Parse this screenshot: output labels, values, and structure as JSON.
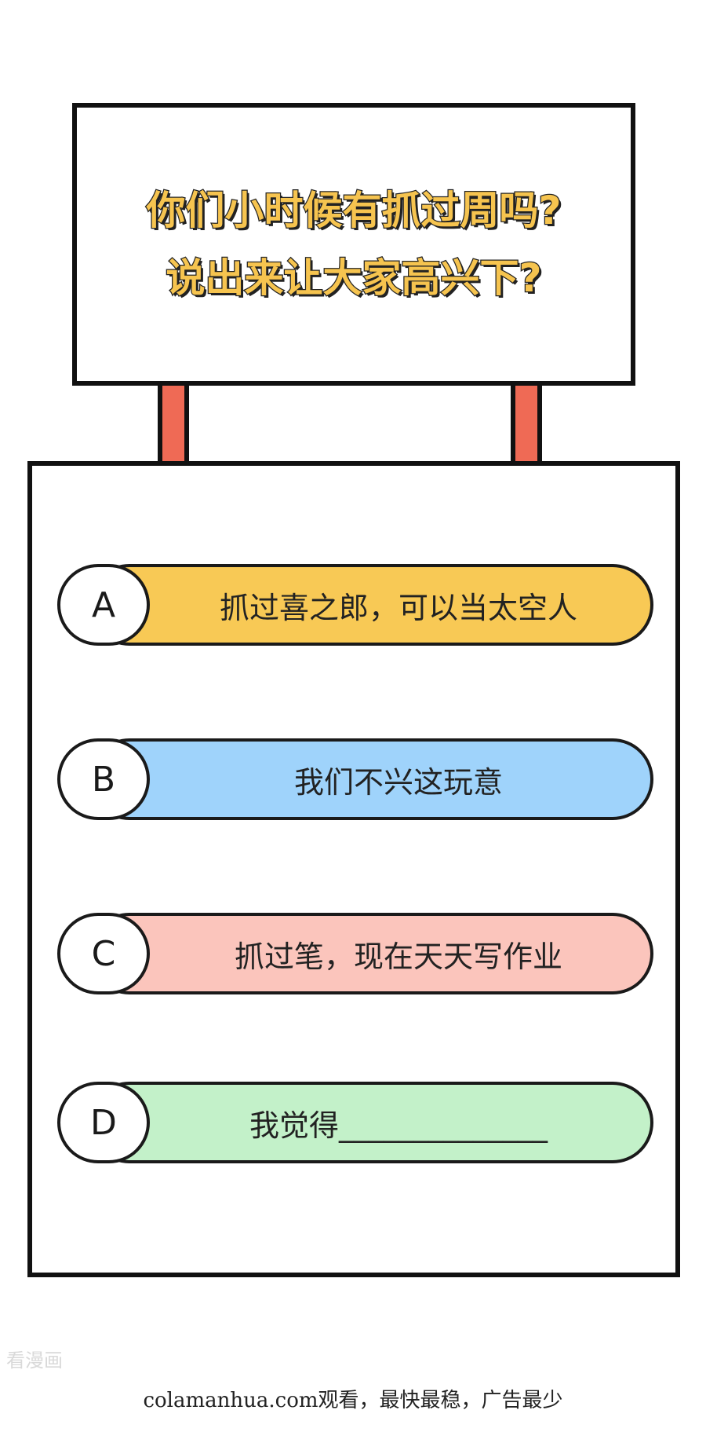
{
  "question": {
    "line1": "你们小时候有抓过周吗?",
    "line2": "说出来让大家高兴下?"
  },
  "colors": {
    "question_fill": "#f6c44f",
    "post": "#ef6a55",
    "option_a": "#f8c955",
    "option_b": "#9fd3fb",
    "option_c": "#fbc5bc",
    "option_d": "#c3f1c9"
  },
  "options": [
    {
      "letter": "A",
      "text": "抓过喜之郎，可以当太空人"
    },
    {
      "letter": "B",
      "text": "我们不兴这玩意"
    },
    {
      "letter": "C",
      "text": "抓过笔，现在天天写作业"
    },
    {
      "letter": "D",
      "text": "我觉得______________"
    }
  ],
  "watermark": "看漫画",
  "footer": "colamanhua.com观看，最快最稳，广告最少"
}
